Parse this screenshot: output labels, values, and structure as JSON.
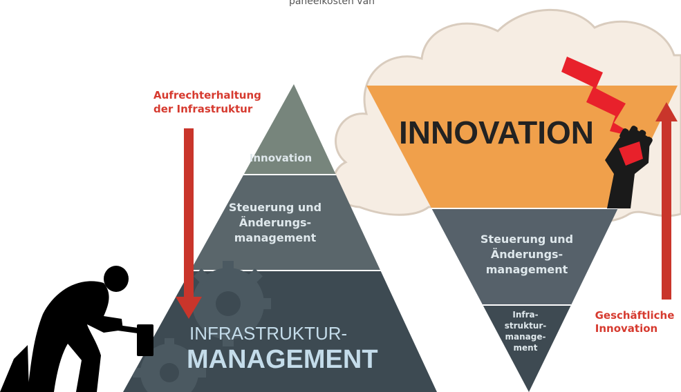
{
  "top_caption": "paneelkosten van",
  "left_pyramid": {
    "annotation_line1": "Aufrechterhaltung",
    "annotation_line2": "der Infrastruktur",
    "tier_top": "Innovation",
    "tier_middle_line1": "Steuerung und",
    "tier_middle_line2": "Änderungs-",
    "tier_middle_line3": "management",
    "tier_base_line1": "INFRASTRUKTUR-",
    "tier_base_line2": "MANAGEMENT"
  },
  "right_pyramid": {
    "tier_top": "INNOVATION",
    "tier_middle_line1": "Steuerung und",
    "tier_middle_line2": "Änderungs-",
    "tier_middle_line3": "management",
    "tier_bottom_line1": "Infra-",
    "tier_bottom_line2": "struktur-",
    "tier_bottom_line3": "manage-",
    "tier_bottom_line4": "ment",
    "annotation_line1": "Geschäftliche",
    "annotation_line2": "Innovation"
  },
  "colors": {
    "arrow_red": "#c9352b",
    "label_red": "#d63a2f",
    "left_tier_top": "#77857c",
    "left_tier_middle": "#5a666b",
    "left_tier_base": "#3d4a52",
    "right_tier_top": "#f0a04b",
    "right_tier_middle": "#56616a",
    "right_tier_bottom": "#3e4a52",
    "cloud_fill": "#f6ede3",
    "cloud_stroke": "#d9ccbe",
    "tier_text": "#dfe8ec",
    "base_text": "#c4dcea",
    "bolt": "#e8212b"
  },
  "icons": [
    "worker-with-hammer-icon",
    "gear-icon",
    "raised-fist-icon",
    "lightning-bolt-icon"
  ]
}
